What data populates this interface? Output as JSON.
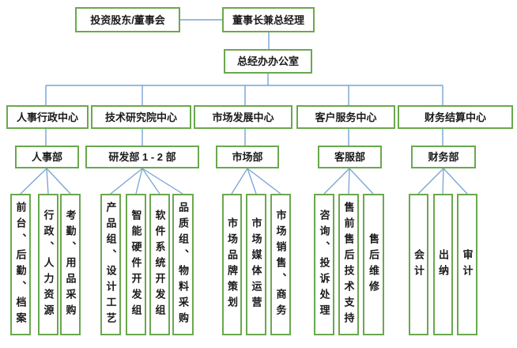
{
  "palette": {
    "box_border_green": "#6aa84f",
    "connector_blue": "#76a3d6",
    "text_color": "#1a1a1a",
    "background": "#ffffff"
  },
  "nodes": {
    "board": {
      "label": "投资股东/董事会"
    },
    "ceo": {
      "label": "董事长兼总经理"
    },
    "gm_office": {
      "label": "总经办办公室"
    },
    "centers": [
      {
        "label": "人事行政中心"
      },
      {
        "label": "技术研究院中心"
      },
      {
        "label": "市场发展中心"
      },
      {
        "label": "客户服务中心"
      },
      {
        "label": "财务结算中心"
      }
    ],
    "departments": [
      {
        "label": "人事部",
        "teams": [
          "前台、后勤、档案",
          "行政、人力资源",
          "考勤、用品采购"
        ]
      },
      {
        "label": "研发部 1 - 2 部",
        "teams": [
          "产品组、设计工艺",
          "智能硬件开发组",
          "软件系统开发组",
          "品质组、物料采购"
        ]
      },
      {
        "label": "市场部",
        "teams": [
          "市场品牌策划",
          "市场媒体运营",
          "市场销售、商务"
        ]
      },
      {
        "label": "客服部",
        "teams": [
          "咨询、投诉处理",
          "售前售后技术支持",
          "售后维修"
        ]
      },
      {
        "label": "财务部",
        "teams": [
          "会计",
          "出纳",
          "审计"
        ]
      }
    ]
  }
}
